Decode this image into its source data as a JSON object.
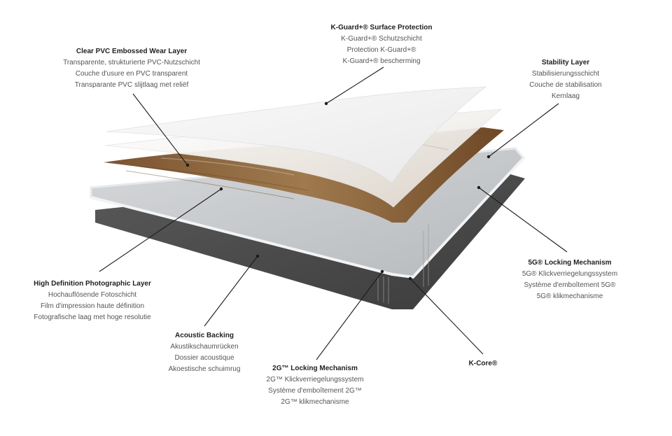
{
  "labels": {
    "kguard": {
      "title": "K-Guard+® Surface Protection",
      "lines": [
        "K-Guard+® Schutzschicht",
        "Protection K-Guard+®",
        "K-Guard+® bescherming"
      ]
    },
    "wear": {
      "title": "Clear PVC Embossed Wear Layer",
      "lines": [
        "Transparente, strukturierte PVC-Nutzschicht",
        "Couche d'usure en PVC transparent",
        "Transparante PVC slijtlaag met reliëf"
      ]
    },
    "stability": {
      "title": "Stability Layer",
      "lines": [
        "Stabilisierungsschicht",
        "Couche de stabilisation",
        "Kernlaag"
      ]
    },
    "photo": {
      "title": "High Definition Photographic Layer",
      "lines": [
        "Hochauflösende Fotoschicht",
        "Film d'impression haute définition",
        "Fotografische laag met hoge resolutie"
      ]
    },
    "acoustic": {
      "title": "Acoustic Backing",
      "lines": [
        "Akustikschaumrücken",
        "Dossier acoustique",
        "Akoestische schuimrug"
      ]
    },
    "lock5g": {
      "title": "5G® Locking Mechanism",
      "lines": [
        "5G® Klickverriegelungssystem",
        "Système d'emboîtement 5G®",
        "5G® klikmechanisme"
      ]
    },
    "lock2g": {
      "title": "2G™ Locking Mechanism",
      "lines": [
        "2G™ Klickverriegelungssystem",
        "Système d'emboîtement 2G™",
        "2G™ klikmechanisme"
      ]
    },
    "kcore": {
      "title": "K-Core®",
      "lines": []
    }
  },
  "colors": {
    "backing": "#4a4a4a",
    "core": "#c9cbcd",
    "core_edge": "#e4e6e8",
    "photo": "#8a6438",
    "wear": "#eeeeee",
    "kguard": "#f5f5f5",
    "leader": "#1a1a1a"
  }
}
